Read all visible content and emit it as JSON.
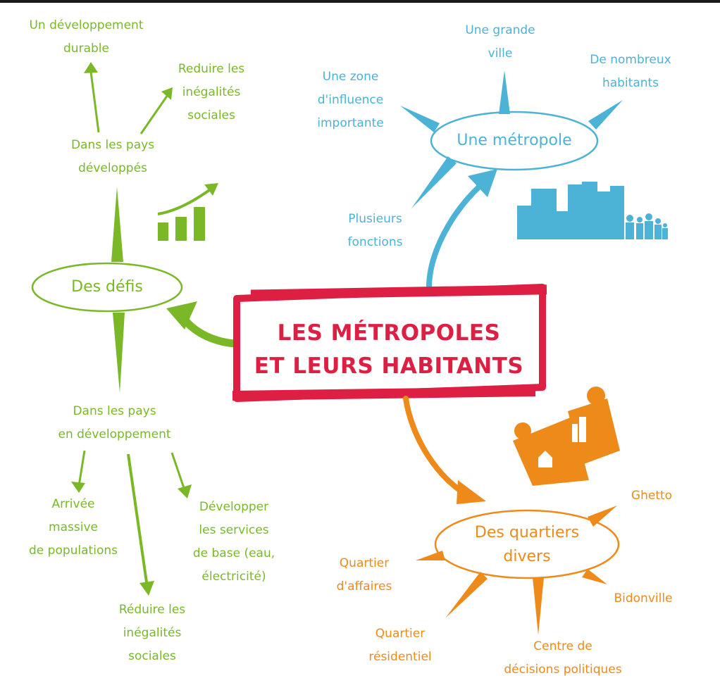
{
  "center": {
    "line1": "LES MÉTROPOLES",
    "line2": "ET LEURS HABITANTS"
  },
  "defis": {
    "node": "Des défis",
    "developpes": {
      "label": [
        "Dans les pays",
        "développés"
      ]
    },
    "durable": [
      "Un développement",
      "durable"
    ],
    "reduire_top": [
      "Reduire les",
      "inégalités",
      "sociales"
    ],
    "en_dev": {
      "label": [
        "Dans les pays",
        "en développement"
      ]
    },
    "arrivee": [
      "Arrivée",
      "massive",
      "de populations"
    ],
    "developper": [
      "Développer",
      "les services",
      "de base (eau,",
      "électricité)"
    ],
    "reduire_bottom": [
      "Réduire les",
      "inégalités",
      "sociales"
    ]
  },
  "metropole": {
    "node": "Une métropole",
    "grande_ville": [
      "Une grande",
      "ville"
    ],
    "zone": [
      "Une zone",
      "d'influence",
      "importante"
    ],
    "habitants": [
      "De nombreux",
      "habitants"
    ],
    "fonctions": [
      "Plusieurs",
      "fonctions"
    ]
  },
  "quartiers": {
    "node": [
      "Des quartiers",
      "divers"
    ],
    "ghetto": "Ghetto",
    "affaires": [
      "Quartier",
      "d'affaires"
    ],
    "bidonville": "Bidonville",
    "residentiel": [
      "Quartier",
      "résidentiel"
    ],
    "centre": [
      "Centre de",
      "décisions politiques"
    ]
  },
  "colors": {
    "green": "#7ab828",
    "blue": "#4cb2d6",
    "orange": "#ee8a1a",
    "red": "#de1f44"
  },
  "icons": [
    "growth-chart-icon",
    "city-skyline-icon",
    "family-icon",
    "puzzle-icon"
  ]
}
